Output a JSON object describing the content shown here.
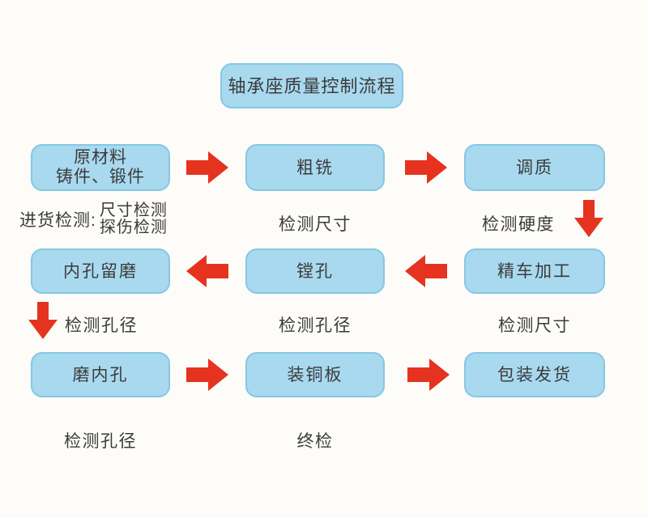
{
  "title": "轴承座质量控制流程",
  "boxes": {
    "raw_material": {
      "line1": "原材料",
      "line2": "铸件、锻件"
    },
    "rough_milling": "粗铣",
    "quench_temper": "调质",
    "bore_grinding_allowance": "内孔留磨",
    "boring": "镗孔",
    "finish_turning": "精车加工",
    "grind_inner_hole": "磨内孔",
    "install_copper_plate": "装铜板",
    "packing_shipping": "包装发货"
  },
  "inspections": {
    "incoming_label": "进货检测:",
    "incoming_item1": "尺寸检测",
    "incoming_item2": "探伤检测",
    "check_dimension_row1": "检测尺寸",
    "check_hardness": "检测硬度",
    "check_bore_row2_left": "检测孔径",
    "check_bore_row2_mid": "检测孔径",
    "check_dimension_row2": "检测尺寸",
    "check_bore_row3": "检测孔径",
    "final_inspection": "终检"
  },
  "colors": {
    "box_fill": "#a9d9ef",
    "box_border": "#85c8e4",
    "arrow": "#e5331f",
    "text": "#3b3b3b",
    "background": "#fdfcf8"
  }
}
